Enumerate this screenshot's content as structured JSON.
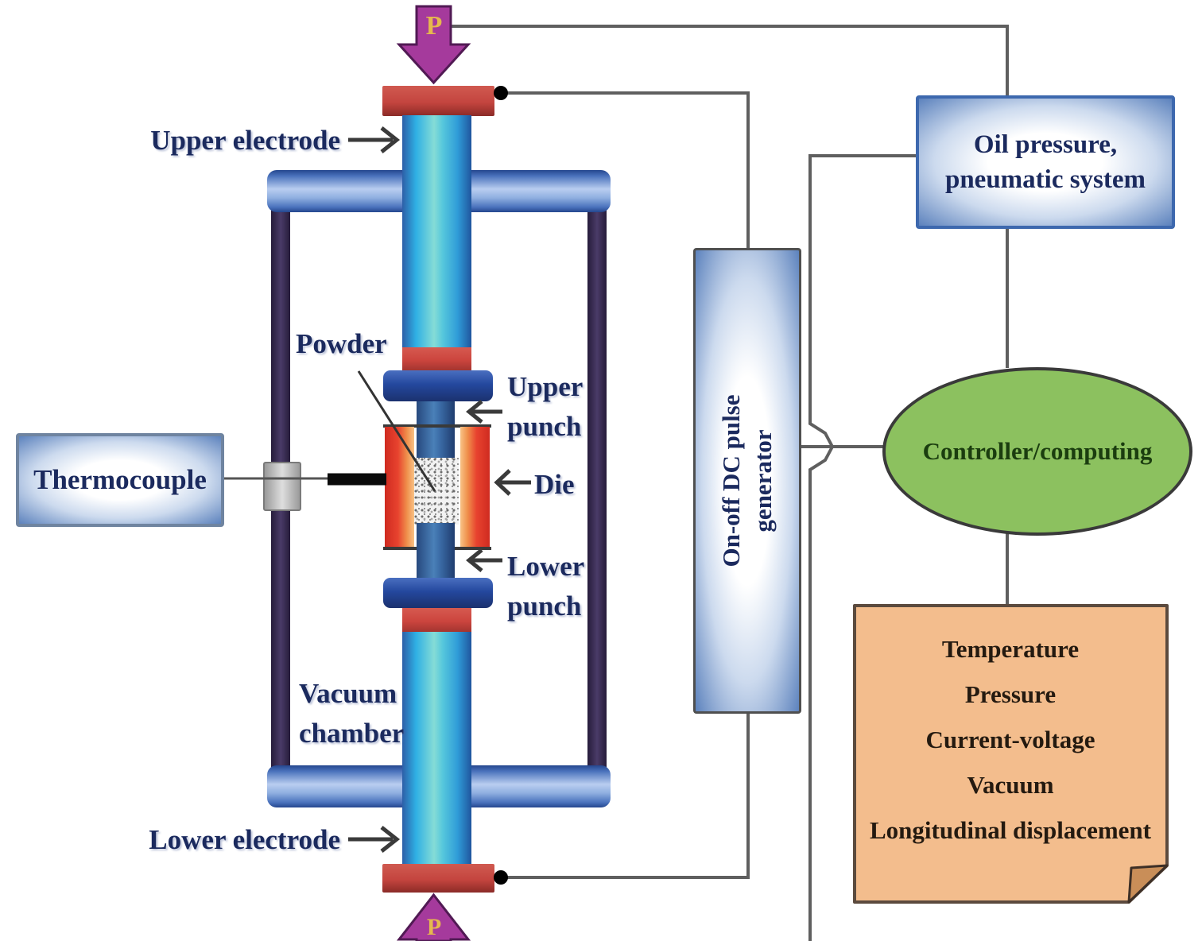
{
  "labels": {
    "upper_electrode": "Upper electrode",
    "powder": "Powder",
    "upper_punch": "Upper punch",
    "die": "Die",
    "lower_punch": "Lower punch",
    "vacuum_chamber": "Vacuum chamber",
    "lower_electrode": "Lower electrode",
    "pressure_top": "P",
    "pressure_bottom": "P"
  },
  "boxes": {
    "thermocouple": "Thermocouple",
    "pulse_generator": {
      "line1": "On-off DC pulse",
      "line2": "generator"
    },
    "oil_pressure": {
      "line1": "Oil pressure,",
      "line2": "pneumatic system"
    },
    "controller": "Controller/computing",
    "monitor_items": [
      "Temperature",
      "Pressure",
      "Current-voltage",
      "Vacuum",
      "Longitudinal displacement"
    ]
  },
  "colors": {
    "connector_gray": "#5f5f5f",
    "electrode_cyan": "#35b9e8",
    "frame_beam_blue": "#a9c3ea",
    "frame_column_purple": "#3a2e52",
    "ram_red": "#c4453f",
    "die_red": "#e8432f",
    "die_orange": "#f0a050",
    "punch_blue": "#2e55a0",
    "pressure_arrow_purple": "#a53a9c",
    "pressure_letter_gold": "#e5b84e",
    "controller_green": "#8cc15f",
    "monitor_box_orange": "#f3bd8d",
    "label_navy": "#1b2a5e"
  }
}
